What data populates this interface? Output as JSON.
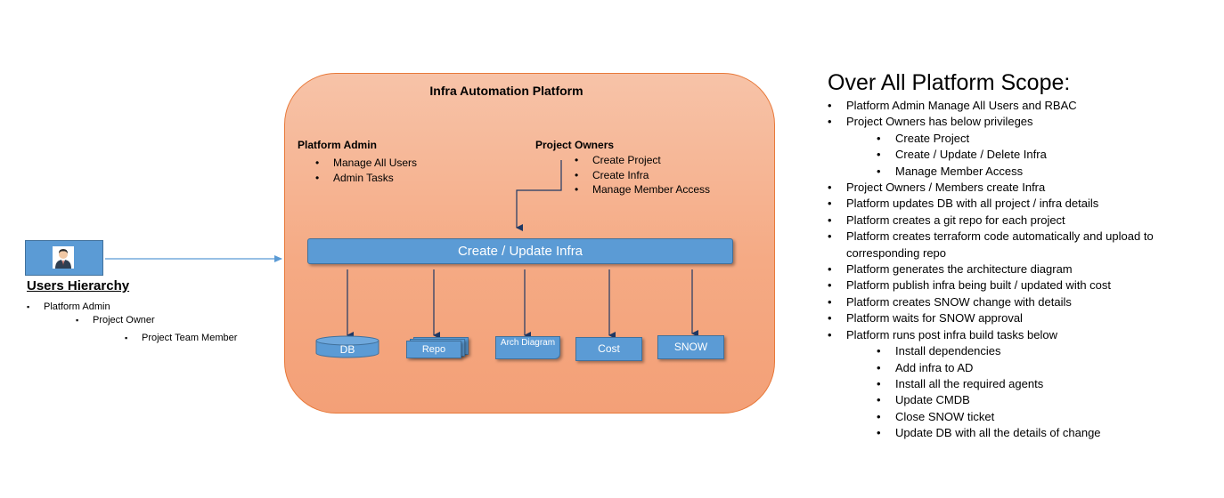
{
  "platform": {
    "title": "Infra Automation Platform",
    "admin": {
      "title": "Platform Admin",
      "items": [
        "Manage All Users",
        "Admin Tasks"
      ]
    },
    "owners": {
      "title": "Project Owners",
      "items": [
        "Create Project",
        "Create Infra",
        "Manage Member Access"
      ]
    },
    "bar_label": "Create / Update Infra",
    "targets": {
      "db": "DB",
      "repo": "Repo",
      "arch": "Arch Diagram",
      "cost": "Cost",
      "snow": "SNOW"
    }
  },
  "users": {
    "title": "Users Hierarchy",
    "levels": [
      "Platform Admin",
      "Project Owner",
      "Project Team Member"
    ]
  },
  "scope": {
    "title": "Over All Platform Scope:",
    "items": [
      "Platform Admin Manage All Users and RBAC",
      "Project Owners has below privileges",
      "Create Project",
      "Create / Update / Delete Infra",
      "Manage Member Access",
      "Project Owners / Members create Infra",
      "Platform updates DB with all project / infra details",
      "Platform creates a git repo for each project",
      "Platform creates terraform code automatically and upload to corresponding repo",
      "Platform generates the architecture diagram",
      "Platform publish infra being built / updated with cost",
      "Platform creates SNOW change with details",
      "Platform waits for SNOW approval",
      "Platform runs post infra build tasks below",
      "Install dependencies",
      "Add infra to AD",
      "Install all the required agents",
      "Update CMDB",
      "Close SNOW ticket",
      "Update DB with all the details of change"
    ]
  },
  "colors": {
    "platform_fill": "#f5aa84",
    "platform_border": "#e8793a",
    "box_fill": "#5b9bd5",
    "box_border": "#41719c"
  },
  "icons": {
    "user": "user-avatar-icon"
  }
}
